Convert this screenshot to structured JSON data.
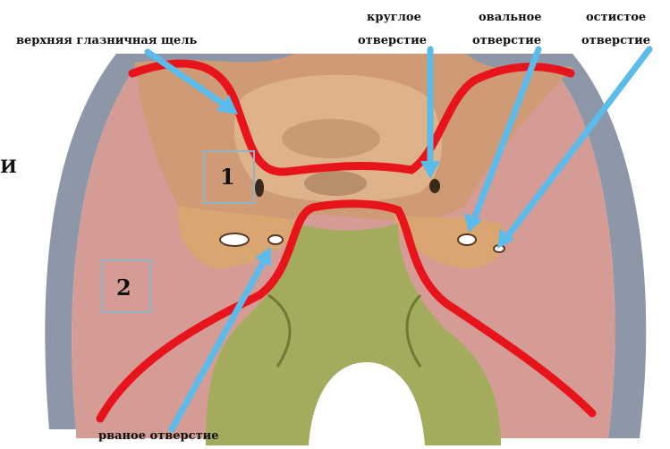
{
  "labels": {
    "superior_orbital_fissure": "верхняя глазничная щель",
    "foramen_rotundum_line1": "круглое",
    "foramen_rotundum_line2": "отверстие",
    "foramen_ovale_line1": "овальное",
    "foramen_ovale_line2": "отверстие",
    "foramen_spinosum_line1": "остистое",
    "foramen_spinosum_line2": "отверстие",
    "foramen_lacerum": "рваное отверстие",
    "edge_letter": "И"
  },
  "region_numbers": [
    "1",
    "2"
  ],
  "colors": {
    "boundary_line": "#e8141b",
    "pointer_arrow": "#5bbbea",
    "bone_tan": "#d9a571",
    "fossa_pink": "#d59c96",
    "brainstem_green": "#a3ac5c",
    "skull_rim": "#8e97a8",
    "number_box": "#8fb4c8"
  }
}
